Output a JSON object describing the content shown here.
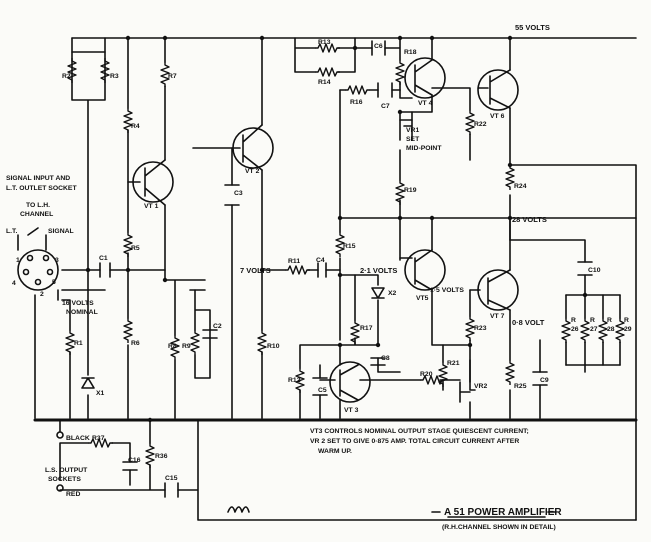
{
  "supply": {
    "v55": "55 VOLTS",
    "v28": "28 VOLTS",
    "v7": "7 VOLTS",
    "v2_1": "2·1 VOLTS",
    "v1_5": "1·5 VOLTS",
    "v0_8": "0·8 VOLT",
    "v16": "16 VOLTS",
    "v16_nominal": "NOMINAL"
  },
  "input": {
    "line1": "SIGNAL INPUT AND",
    "line2": "L.T. OUTLET SOCKET",
    "to1": "TO L.H.",
    "to2": "CHANNEL",
    "lt": "L.T.",
    "signal": "SIGNAL",
    "pin1": "1",
    "pin2": "2",
    "pin3": "3",
    "pin4": "4",
    "pin5": "5"
  },
  "output": {
    "black": "BLACK",
    "ls1": "L.S. OUTPUT",
    "ls2": "SOCKETS",
    "red": "RED"
  },
  "resistors": {
    "R1": "R1",
    "R2": "R2",
    "R3": "R3",
    "R4": "R4",
    "R5": "R5",
    "R6": "R6",
    "R7": "R7",
    "R8": "R8",
    "R9": "R9",
    "R10": "R10",
    "R11": "R11",
    "R12": "R12",
    "R13": "R13",
    "R14": "R14",
    "R15": "R15",
    "R16": "R16",
    "R17": "R17",
    "R18": "R18",
    "R19": "R19",
    "R20": "R20",
    "R21": "R21",
    "R22": "R22",
    "R23": "R23",
    "R24": "R24",
    "R25": "R25",
    "R26": "R",
    "R26n": "26",
    "R27": "R",
    "R27n": "27",
    "R28": "R",
    "R28n": "28",
    "R29": "R",
    "R29n": "29",
    "R36": "R36",
    "R37": "R37"
  },
  "capacitors": {
    "C1": "C1",
    "C2": "C2",
    "C3": "C3",
    "C4": "C4",
    "C5": "C5",
    "C6": "C6",
    "C7": "C7",
    "C8": "C8",
    "C9": "C9",
    "C10": "C10",
    "C15": "C15",
    "C16": "C16"
  },
  "transistors": {
    "VT1": "VT 1",
    "VT2": "VT 2",
    "VT3": "VT 3",
    "VT4": "VT 4",
    "VT5": "VT5",
    "VT6": "VT 6",
    "VT7": "VT 7"
  },
  "diodes": {
    "X1": "X1",
    "X2": "X2"
  },
  "vr1": {
    "name": "VR1",
    "set": "SET",
    "mid": "MID-POINT"
  },
  "vr2": {
    "name": "VR2"
  },
  "note": {
    "line1": "VT3 CONTROLS NOMINAL OUTPUT STAGE QUIESCENT CURRENT;",
    "line2": "VR 2 SET TO GIVE 0·875 AMP. TOTAL CIRCUIT CURRENT AFTER",
    "line3": "WARM UP."
  },
  "title": {
    "main": "A 51 POWER AMPLIFIER",
    "sub": "(R.H.CHANNEL SHOWN IN DETAIL)"
  }
}
